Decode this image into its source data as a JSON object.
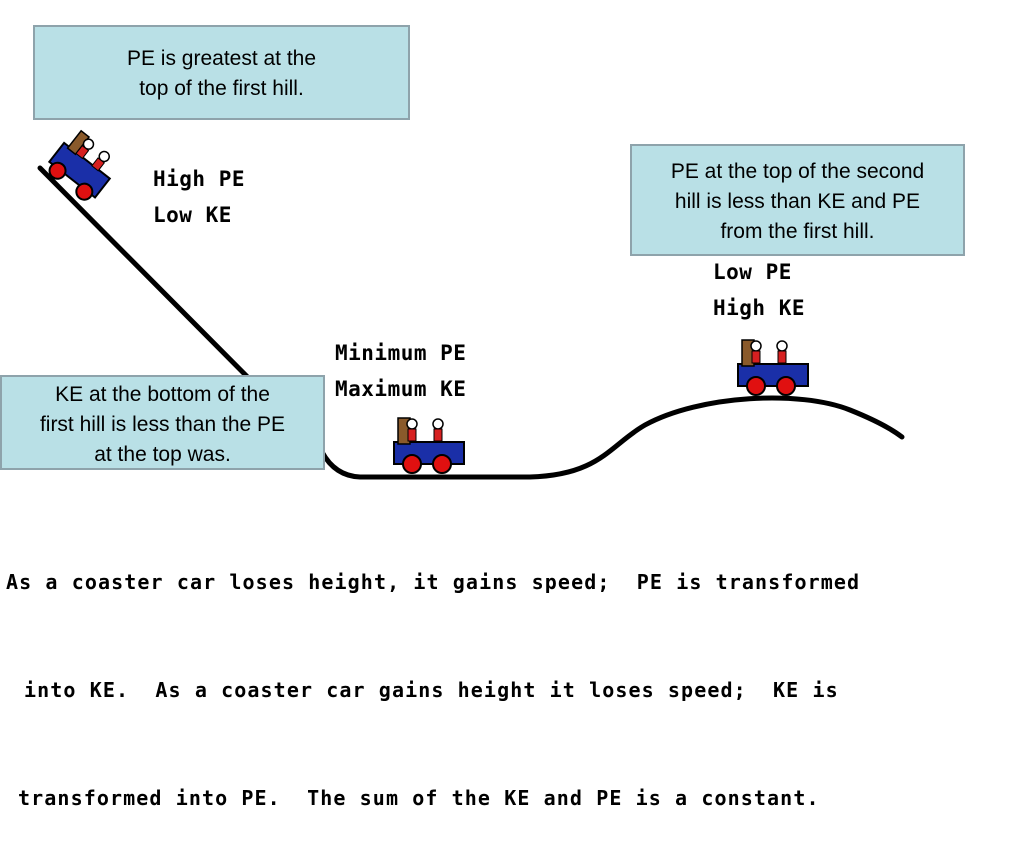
{
  "callouts": {
    "first_hill": [
      "PE is greatest at the",
      "top of the first hill."
    ],
    "second_hill": [
      "PE at the top of the second",
      "hill is less than KE and PE",
      "from the first hill."
    ],
    "bottom": [
      "KE at the bottom of the",
      "first hill is less than the PE",
      "at the top was."
    ]
  },
  "labels": {
    "top": [
      "High PE",
      "Low KE"
    ],
    "bottom": [
      "Minimum PE",
      "Maximum KE"
    ],
    "second": [
      "Low PE",
      "High KE"
    ]
  },
  "caption": [
    "As a coaster car loses height, it gains speed;  PE is transformed",
    "into KE.  As a coaster car gains height it loses speed;  KE is",
    "transformed into PE.  The sum of the KE and PE is a constant."
  ],
  "colors": {
    "callout_fill": "#b9e0e6",
    "callout_border": "#8ea3ab",
    "car_body": "#1a2fa8",
    "wheel": "#e01010",
    "track": "#000000"
  },
  "icons": [
    "coaster-car-icon",
    "rider-icon"
  ]
}
